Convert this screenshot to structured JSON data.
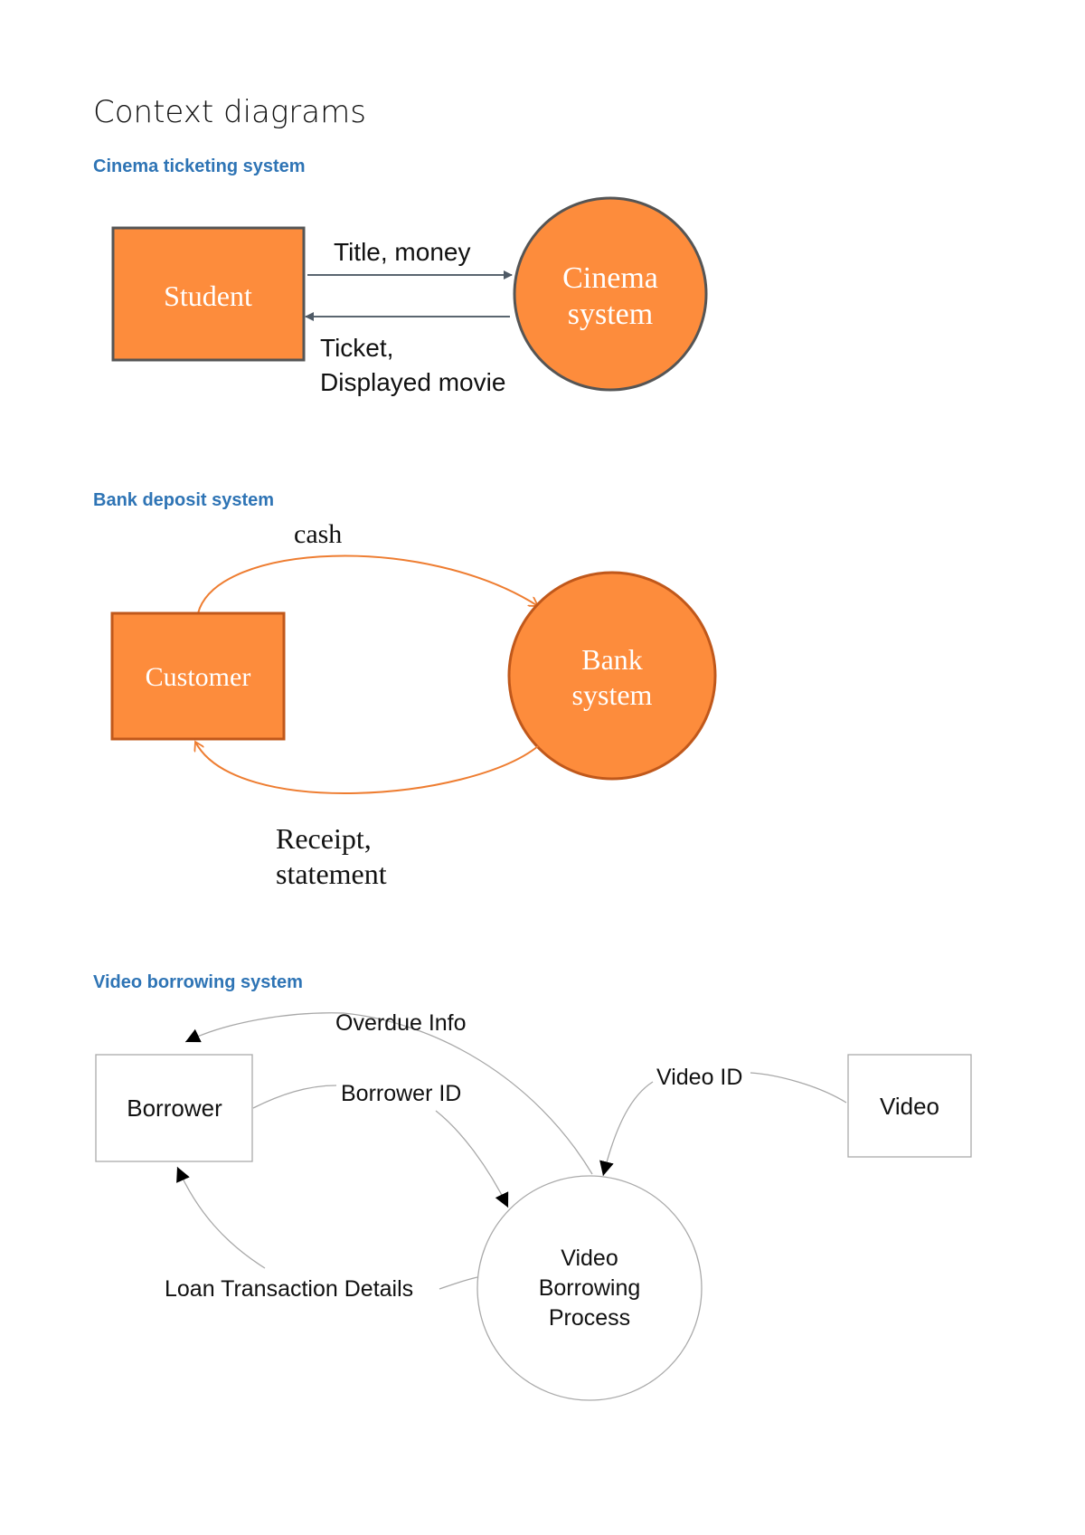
{
  "document": {
    "title": "Context diagrams"
  },
  "sections": [
    {
      "heading": "Cinema ticketing system",
      "entity": "Student",
      "process_line1": "Cinema",
      "process_line2": "system",
      "flow_in": "Title, money",
      "flow_out_line1": "Ticket,",
      "flow_out_line2": "Displayed movie",
      "colors": {
        "fill": "#fd8c3c",
        "stroke": "#4a4a4a"
      }
    },
    {
      "heading": "Bank deposit system",
      "entity": "Customer",
      "process_line1": "Bank",
      "process_line2": "system",
      "flow_in": "cash",
      "flow_out_line1": "Receipt,",
      "flow_out_line2": "statement",
      "colors": {
        "fill": "#fd8c3c",
        "stroke": "#c0581b",
        "flow": "#ee7d31"
      }
    },
    {
      "heading": "Video borrowing system",
      "entity_borrower": "Borrower",
      "entity_video": "Video",
      "process_line1": "Video",
      "process_line2": "Borrowing",
      "process_line3": "Process",
      "flow_overdue": "Overdue Info",
      "flow_borrower_id": "Borrower ID",
      "flow_video_id": "Video ID",
      "flow_loan": "Loan Transaction Details",
      "colors": {
        "stroke": "#9a9a9a",
        "arrow": "#000000"
      }
    }
  ]
}
